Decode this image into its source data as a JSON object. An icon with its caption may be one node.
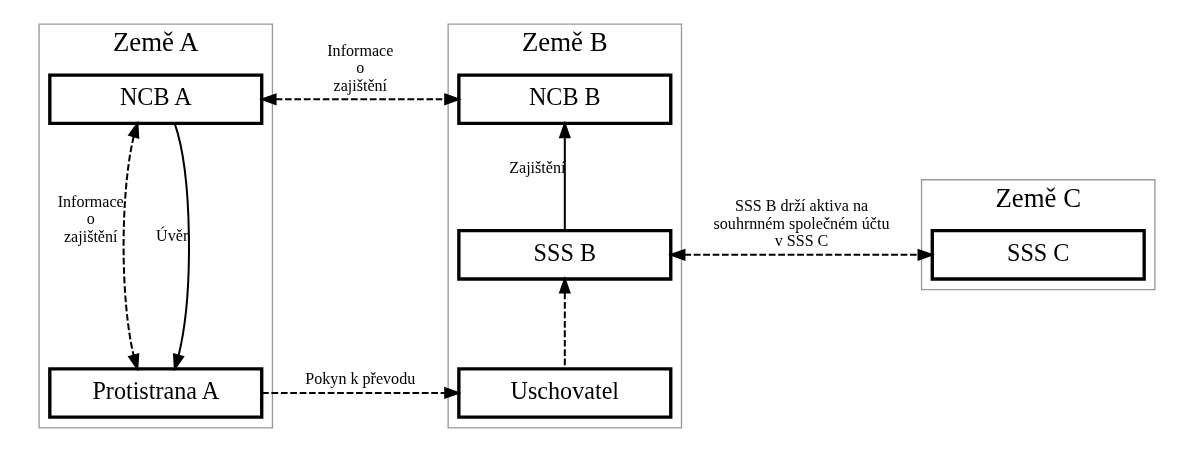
{
  "diagram": {
    "nodes": [
      {
        "text": [
          "Země A"
        ]
      },
      {
        "text": [
          "Země B"
        ]
      },
      {
        "text": [
          "Země C"
        ]
      },
      {
        "text": [
          "NCB A"
        ],
        "in": 0
      },
      {
        "text": [
          "NCB B"
        ],
        "in": 1
      },
      {
        "text": [
          "SSS B"
        ],
        "in": 1
      },
      {
        "text": [
          "SSS C"
        ],
        "in": 2
      },
      {
        "text": [
          "Protistrana A"
        ],
        "in": 0
      },
      {
        "text": [
          "Uschovatel"
        ],
        "in": 1
      }
    ],
    "edges": [
      {
        "from": 3,
        "to": 7,
        "arrow": "both",
        "label": "Informace o zajištění",
        "style": "dashed"
      },
      {
        "from": 3,
        "to": 4,
        "arrow": "both",
        "label": "Informace o zajištění",
        "style": "dashed"
      },
      {
        "from": 3,
        "to": 7,
        "arrow": "to",
        "label": "Úvěr"
      },
      {
        "from": 5,
        "to": 4,
        "arrow": "to",
        "label": "Zajištění"
      },
      {
        "from": 8,
        "to": 5,
        "arrow": "to",
        "style": "dashed"
      },
      {
        "from": 5,
        "to": 6,
        "arrow": "both",
        "label": "SSS B drží aktiva na souhrnném společném účtu v SSS C",
        "style": "dashed"
      },
      {
        "from": 7,
        "to": 8,
        "arrow": "to",
        "label": "Pokyn k převodu",
        "style": "dashed"
      }
    ]
  }
}
